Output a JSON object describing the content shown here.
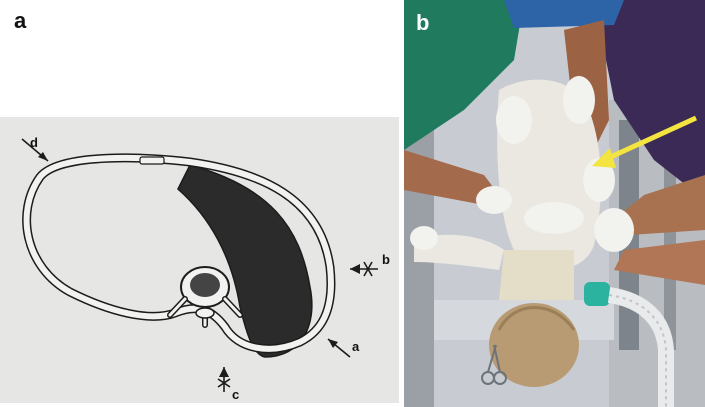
{
  "panel_a": {
    "letter": "a",
    "labels": {
      "a": "a",
      "b": "b",
      "c": "c",
      "d": "d"
    },
    "colors": {
      "paper": "#e6e6e4",
      "ink": "#1c1c1c",
      "ring_fill": "#f2f2f0",
      "dark_band": "#2b2b2b"
    }
  },
  "panel_b": {
    "letter": "b",
    "colors": {
      "cast": "#ebe8e2",
      "gown_green": "#1f7a5e",
      "gown_purple": "#3a2a55",
      "skin": "#a46a4c",
      "arrow": "#f4e440",
      "hair": "#b89b72",
      "rail": "#c9ccd0"
    }
  }
}
